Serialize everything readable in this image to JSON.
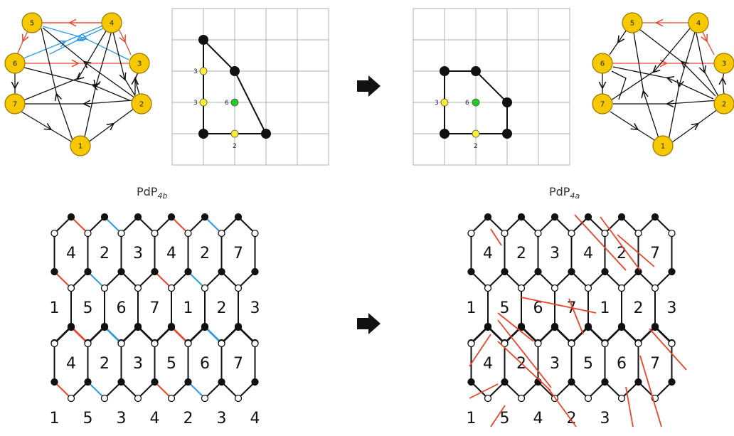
{
  "titles": {
    "left": "PdP",
    "left_sub": "4b",
    "right": "PdP",
    "right_sub": "4a"
  },
  "colors": {
    "node": "#f6c800",
    "node_stroke": "#9a7600",
    "red": "#e8452a",
    "blue": "#2e9be0",
    "yellow_pt": "#ffee33",
    "green_pt": "#22cc22",
    "black": "#111111",
    "grid": "#b0b0b0"
  },
  "quivers": [
    {
      "id": "left",
      "nodes": [
        "1",
        "2",
        "3",
        "4",
        "5",
        "6",
        "7"
      ]
    },
    {
      "id": "right",
      "nodes": [
        "1",
        "2",
        "3",
        "4",
        "5",
        "6",
        "7"
      ]
    }
  ],
  "toric_left": {
    "labels": [
      "3",
      "3",
      "6",
      "2"
    ]
  },
  "toric_right": {
    "labels": [
      "3",
      "6",
      "2"
    ]
  },
  "tiling_left": {
    "faces": [
      "4",
      "2",
      "3",
      "4",
      "2",
      "7",
      "1",
      "5",
      "6",
      "7",
      "1",
      "2",
      "3",
      "4",
      "2",
      "3",
      "5",
      "6",
      "7",
      "1",
      "5",
      "3",
      "4",
      "2",
      "3",
      "4"
    ]
  },
  "tiling_right": {
    "faces": [
      "4",
      "2",
      "3",
      "4",
      "2",
      "7",
      "1",
      "5",
      "6",
      "7",
      "1",
      "2",
      "3",
      "4",
      "2",
      "3",
      "5",
      "6",
      "7",
      "1",
      "5",
      "4",
      "2",
      "3"
    ]
  },
  "arrows": {
    "top": "arrow-right",
    "bottom": "arrow-right"
  }
}
